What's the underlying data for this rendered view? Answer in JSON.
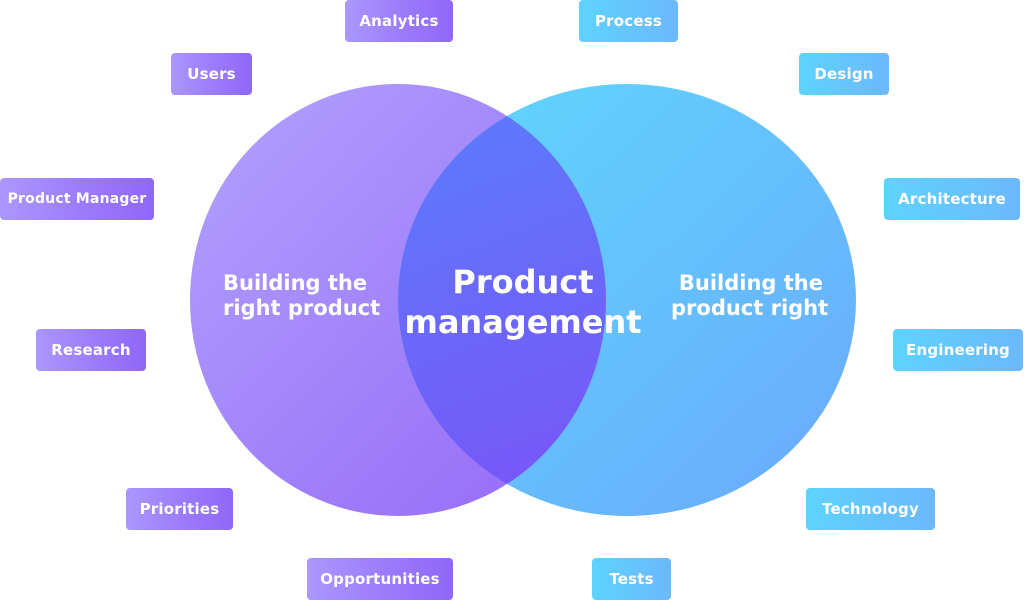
{
  "diagram": {
    "left_circle_label": [
      "Building the",
      "right product"
    ],
    "right_circle_label": [
      "Building the",
      "product right"
    ],
    "center_label": [
      "Product",
      "management"
    ]
  },
  "tags": {
    "analytics": "Analytics",
    "users": "Users",
    "product_manager": "Product Manager",
    "research": "Research",
    "priorities": "Priorities",
    "opportunities": "Opportunities",
    "process": "Process",
    "design": "Design",
    "architecture": "Architecture",
    "engineering": "Engineering",
    "technology": "Technology",
    "tests": "Tests"
  },
  "colors": {
    "purple_light": "#ab97fd",
    "purple_dark": "#8f67f7",
    "blue_light": "#5ed3fe",
    "blue_mid": "#6cb8fc",
    "overlap": "#5f6cfa"
  }
}
